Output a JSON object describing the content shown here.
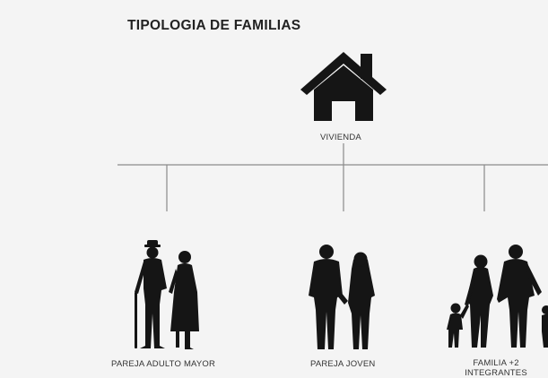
{
  "title": "TIPOLOGIA DE FAMILIAS",
  "root": {
    "label": "VIVIENDA",
    "icon": "house-icon"
  },
  "branches": [
    {
      "label": "PAREJA ADULTO MAYOR",
      "icon": "elderly-couple-icon"
    },
    {
      "label": "PAREJA JOVEN",
      "icon": "young-couple-icon"
    },
    {
      "label": "FAMILIA +2 INTEGRANTES",
      "icon": "family-icon"
    }
  ],
  "colors": {
    "silhouette": "#151515",
    "line": "#8a8a8a",
    "background": "#f4f4f4"
  }
}
